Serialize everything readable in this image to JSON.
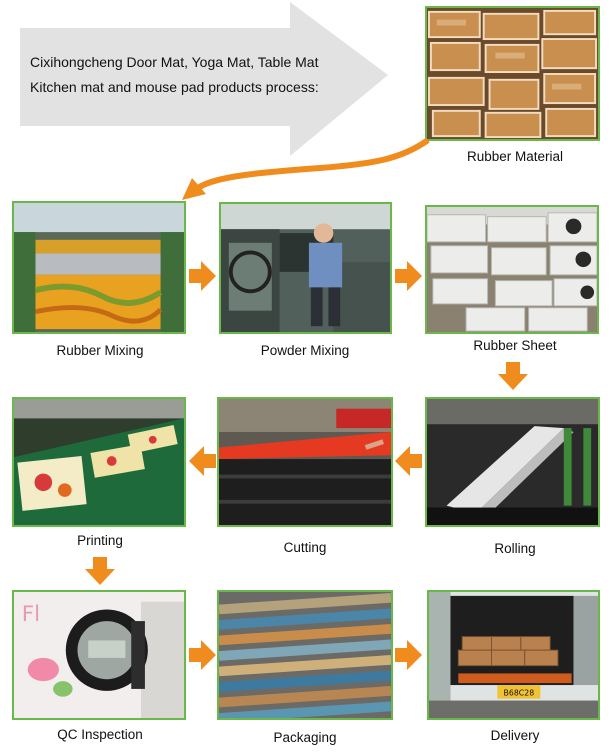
{
  "intro": {
    "line1": "Cixihongcheng Door Mat, Yoga Mat, Table Mat",
    "line2": "Kitchen mat and mouse pad products process:"
  },
  "steps": [
    {
      "label": "Rubber Material"
    },
    {
      "label": "Rubber Mixing"
    },
    {
      "label": "Powder Mixing"
    },
    {
      "label": "Rubber Sheet"
    },
    {
      "label": "Rolling"
    },
    {
      "label": "Cutting"
    },
    {
      "label": "Printing"
    },
    {
      "label": "QC Inspection"
    },
    {
      "label": "Packaging"
    },
    {
      "label": "Delivery"
    }
  ],
  "delivery_photo": {
    "plate": "B68C28"
  },
  "colors": {
    "arrow": "#f08c1e",
    "frame": "#6bb84a",
    "big_arrow": "#e0e0e0"
  }
}
